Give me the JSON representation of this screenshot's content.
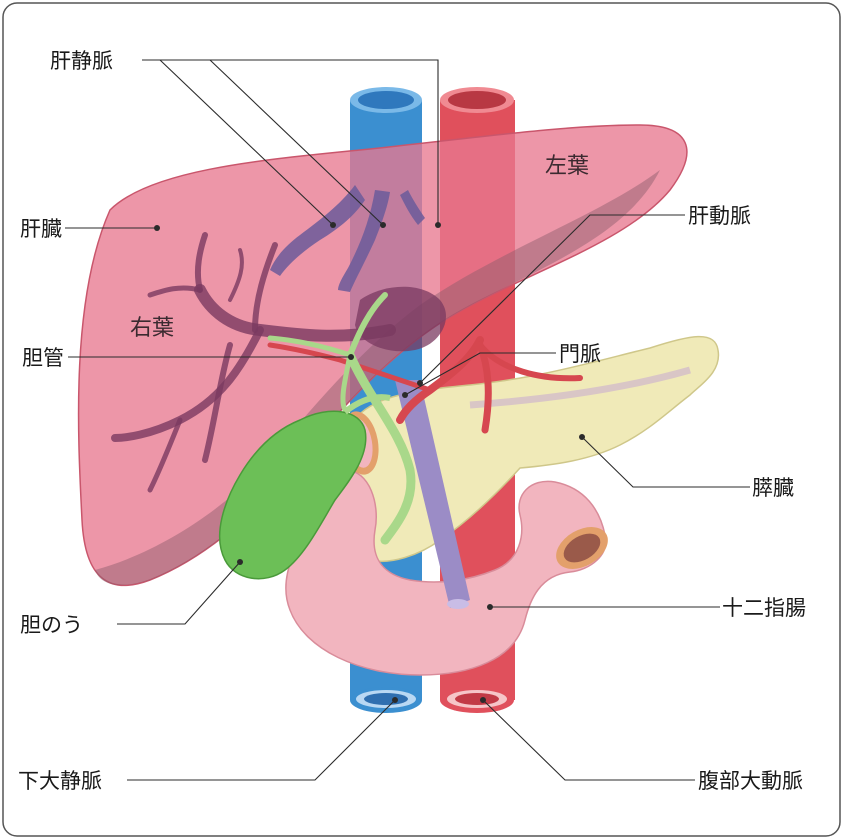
{
  "labels": {
    "hepatic_vein": "肝静脈",
    "liver": "肝臓",
    "right_lobe": "右葉",
    "left_lobe": "左葉",
    "hepatic_artery": "肝動脈",
    "bile_duct": "胆管",
    "portal_vein": "門脈",
    "pancreas": "膵臓",
    "duodenum": "十二指腸",
    "gallbladder": "胆のう",
    "inferior_vena_cava": "下大静脈",
    "abdominal_aorta": "腹部大動脈"
  },
  "colors": {
    "liver": "#e8798f",
    "vena_cava": "#3b8fd0",
    "aorta": "#e0505c",
    "portal_vein": "#9b8cc6",
    "gallbladder": "#6cbf57",
    "bile_duct": "#a9d88a",
    "pancreas": "#f0eab8",
    "duodenum": "#f2b5bf",
    "hepatic_vessels": "#6b5a9a"
  }
}
